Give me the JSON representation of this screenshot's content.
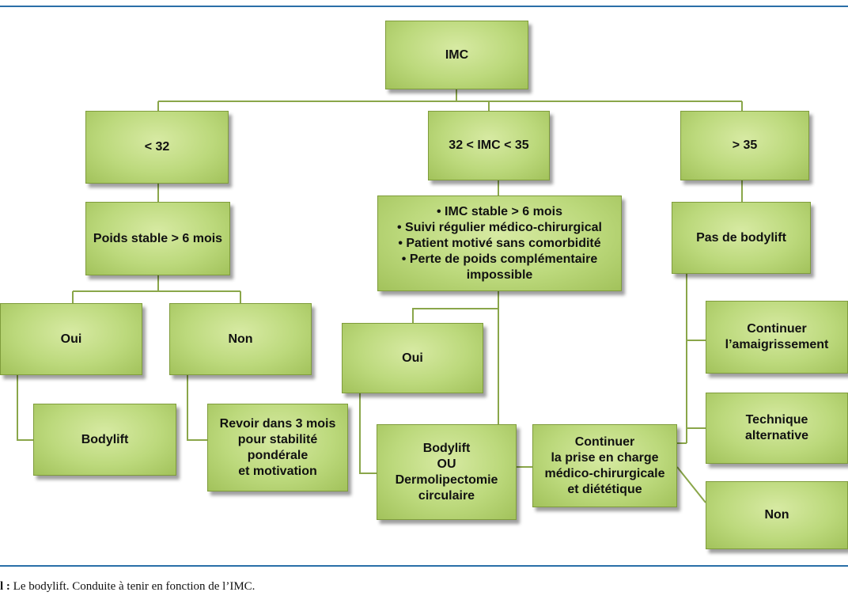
{
  "nodes": {
    "imc": "IMC",
    "lt32": "< 32",
    "mid": "32 < IMC < 35",
    "gt35": "> 35",
    "stable": "Poids stable > 6 mois",
    "criteria": "• IMC stable > 6 mois\n• Suivi régulier médico-chirurgical\n• Patient motivé sans comorbidité\n• Perte de poids complémentaire\nimpossible",
    "noBodylift": "Pas de bodylift",
    "oui1": "Oui",
    "non1": "Non",
    "oui2": "Oui",
    "bodylift": "Bodylift",
    "revoir": "Revoir dans 3 mois\npour stabilité\npondérale\net motivation",
    "bodyliftOu": "Bodylift\nOU\nDermolipectomie\ncirculaire",
    "continuerPrise": "Continuer\nla prise en charge\nmédico-chirurgicale\net diététique",
    "continuerAmaig": "Continuer\nl’amaigrissement",
    "technique": "Technique\nalternative",
    "non2": "Non"
  },
  "caption": {
    "prefix": "l :",
    "text": " Le bodylift. Conduite à tenir en fonction de l’IMC."
  },
  "colors": {
    "box": "#bcd97c",
    "line": "#8aa64a",
    "rule": "#2a6fa8"
  }
}
